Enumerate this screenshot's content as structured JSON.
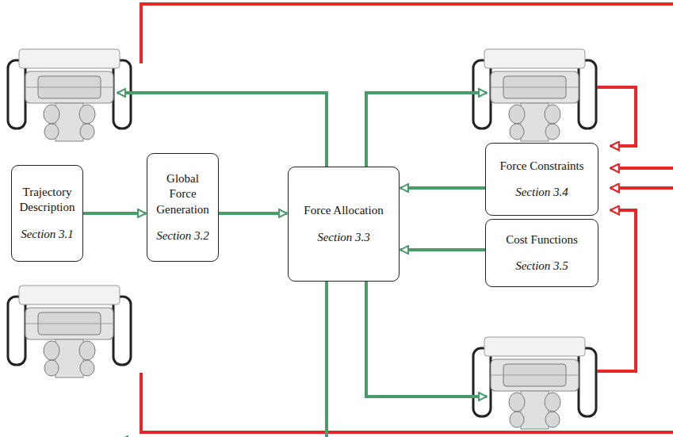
{
  "diagram": {
    "nodes": [
      {
        "text": [
          "Trajectory Description",
          "Section 3.1"
        ]
      },
      {
        "text": [
          "Global Force Generation",
          "Section 3.2"
        ]
      },
      {
        "text": [
          "Force Allocation",
          "Section 3.3"
        ]
      },
      {
        "text": [
          "Force Constraints",
          "Section 3.4"
        ]
      },
      {
        "text": [
          "Cost Functions",
          "Section 3.5"
        ]
      }
    ],
    "edges": [
      {
        "from": 0,
        "to": 1,
        "arrow": "to"
      },
      {
        "from": 1,
        "to": 2,
        "arrow": "to"
      },
      {
        "from": 3,
        "to": 2,
        "arrow": "to"
      },
      {
        "from": 4,
        "to": 2,
        "arrow": "to"
      }
    ]
  }
}
